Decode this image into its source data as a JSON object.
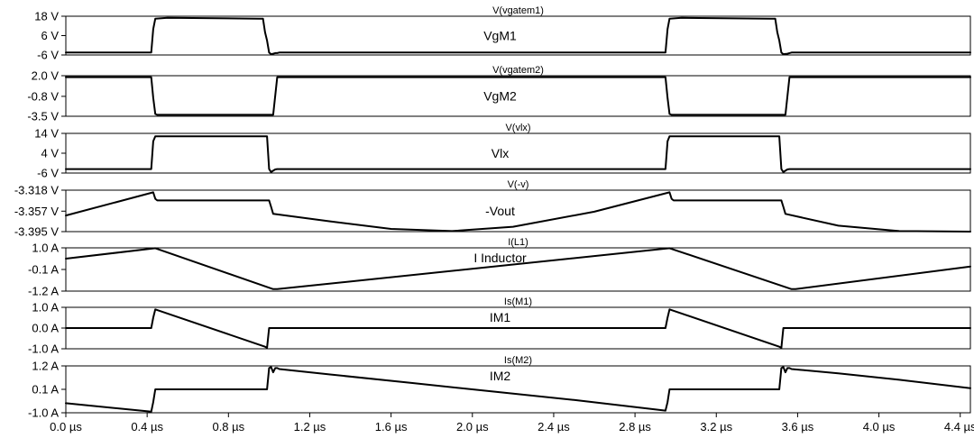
{
  "chart_data": {
    "type": "line",
    "x_unit": "µs",
    "xlim": [
      0,
      4.45
    ],
    "xticks": [
      "0.0 µs",
      "0.4 µs",
      "0.8 µs",
      "1.2 µs",
      "1.6 µs",
      "2.0 µs",
      "2.4 µs",
      "2.8 µs",
      "3.2 µs",
      "3.6 µs",
      "4.0 µs",
      "4.4 µs"
    ],
    "xtick_values": [
      0.0,
      0.4,
      0.8,
      1.2,
      1.6,
      2.0,
      2.4,
      2.8,
      3.2,
      3.6,
      4.0,
      4.4
    ],
    "grid": false,
    "panels": [
      {
        "title": "V(vgatem1)",
        "label": "VgM1",
        "ylim": [
          -6,
          18
        ],
        "yticks": [
          "18 V",
          "6 V",
          "-6 V"
        ],
        "ytick_values": [
          18,
          6,
          -6
        ],
        "x": [
          0.0,
          0.42,
          0.43,
          0.44,
          0.5,
          0.95,
          0.97,
          0.98,
          0.99,
          1.0,
          1.01,
          1.02,
          1.03,
          1.04,
          1.05,
          2.95,
          2.96,
          2.97,
          3.03,
          3.47,
          3.49,
          3.5,
          3.51,
          3.52,
          3.53,
          3.55,
          3.57,
          4.45
        ],
        "values": [
          -4.5,
          -4.5,
          10,
          16.5,
          17,
          16.5,
          16.5,
          8,
          3,
          -4.5,
          -5.5,
          -5.2,
          -4.8,
          -4.8,
          -4.5,
          -4.5,
          10,
          16.5,
          17,
          16.5,
          16.5,
          8,
          3,
          -4.5,
          -5.5,
          -5.2,
          -4.5,
          -4.5
        ]
      },
      {
        "title": "V(vgatem2)",
        "label": "VgM2",
        "ylim": [
          -3.5,
          2.0
        ],
        "yticks": [
          "2.0 V",
          "-0.8 V",
          "-3.5 V"
        ],
        "ytick_values": [
          2.0,
          -0.8,
          -3.5
        ],
        "x": [
          0.0,
          0.42,
          0.43,
          0.44,
          0.45,
          1.0,
          1.02,
          1.04,
          1.05,
          2.95,
          2.96,
          2.97,
          2.98,
          3.52,
          3.54,
          3.56,
          3.57,
          4.45
        ],
        "values": [
          1.8,
          1.8,
          -1.0,
          -3.2,
          -3.3,
          -3.3,
          -3.3,
          1.8,
          1.8,
          1.8,
          -1.0,
          -3.2,
          -3.3,
          -3.3,
          -3.3,
          1.8,
          1.8,
          1.8
        ]
      },
      {
        "title": "V(vlx)",
        "label": "Vlx",
        "ylim": [
          -6,
          14
        ],
        "yticks": [
          "14 V",
          "4 V",
          "-6 V"
        ],
        "ytick_values": [
          14,
          4,
          -6
        ],
        "x": [
          0.0,
          0.42,
          0.43,
          0.44,
          0.99,
          1.0,
          1.01,
          1.02,
          1.03,
          1.04,
          2.95,
          2.96,
          2.97,
          3.51,
          3.52,
          3.53,
          3.54,
          3.55,
          3.56,
          4.45
        ],
        "values": [
          -4.0,
          -4.0,
          10,
          12.5,
          12.5,
          -4.0,
          -5.5,
          -4.8,
          -4.2,
          -4.0,
          -4.0,
          10,
          12.5,
          12.5,
          -4.0,
          -5.5,
          -4.8,
          -4.2,
          -4.0,
          -4.0
        ]
      },
      {
        "title": "V(-v)",
        "label": "-Vout",
        "ylim": [
          -3.395,
          -3.318
        ],
        "yticks": [
          "-3.318 V",
          "-3.357 V",
          "-3.395 V"
        ],
        "ytick_values": [
          -3.318,
          -3.357,
          -3.395
        ],
        "x": [
          0.0,
          0.43,
          0.44,
          0.45,
          1.0,
          1.01,
          1.02,
          1.3,
          1.6,
          1.9,
          2.2,
          2.6,
          2.97,
          2.98,
          2.99,
          3.52,
          3.53,
          3.54,
          3.8,
          4.1,
          4.45
        ],
        "values": [
          -3.365,
          -3.322,
          -3.334,
          -3.337,
          -3.337,
          -3.349,
          -3.362,
          -3.376,
          -3.39,
          -3.394,
          -3.386,
          -3.358,
          -3.322,
          -3.334,
          -3.337,
          -3.337,
          -3.349,
          -3.362,
          -3.384,
          -3.394,
          -3.395
        ]
      },
      {
        "title": "I(L1)",
        "label": "I Inductor",
        "ylim": [
          -1.2,
          1.0
        ],
        "yticks": [
          "1.0 A",
          "-0.1 A",
          "-1.2 A"
        ],
        "ytick_values": [
          1.0,
          -0.1,
          -1.2
        ],
        "x": [
          0.0,
          0.44,
          1.02,
          1.04,
          2.97,
          3.57,
          3.59,
          4.45
        ],
        "values": [
          0.45,
          0.98,
          -1.1,
          -1.1,
          0.98,
          -1.1,
          -1.1,
          0.05
        ]
      },
      {
        "title": "Is(M1)",
        "label": "IM1",
        "ylim": [
          -1.0,
          1.0
        ],
        "yticks": [
          "1.0 A",
          "0.0 A",
          "-1.0 A"
        ],
        "ytick_values": [
          1.0,
          0.0,
          -1.0
        ],
        "x": [
          0.0,
          0.42,
          0.43,
          0.44,
          0.98,
          0.99,
          1.0,
          1.01,
          4.45
        ],
        "values": [
          0.0,
          0.0,
          0.5,
          0.9,
          -0.9,
          -0.95,
          0.0,
          0.0,
          0.0
        ],
        "x2": [
          2.95,
          2.96,
          2.97,
          3.51,
          3.52,
          3.53
        ],
        "values2": [
          0.0,
          0.5,
          0.9,
          -0.9,
          -0.95,
          0.0
        ]
      },
      {
        "title": "Is(M2)",
        "label": "IM2",
        "ylim": [
          -1.0,
          1.2
        ],
        "yticks": [
          "1.2 A",
          "0.1 A",
          "-1.0 A"
        ],
        "ytick_values": [
          1.2,
          0.1,
          -1.0
        ],
        "x": [
          0.0,
          0.42,
          0.43,
          0.44,
          0.99,
          1.0,
          1.01,
          1.02,
          1.03,
          1.04,
          1.05,
          1.3,
          1.7,
          2.1,
          2.5,
          2.95,
          2.96,
          2.97,
          2.98,
          3.51,
          3.52,
          3.53,
          3.54,
          3.55,
          3.56,
          3.57,
          3.8,
          4.1,
          4.45
        ],
        "values": [
          -0.55,
          -0.95,
          -0.5,
          0.1,
          0.1,
          1.1,
          1.15,
          0.9,
          1.1,
          1.1,
          1.05,
          0.8,
          0.4,
          0.0,
          -0.4,
          -0.9,
          -0.5,
          0.1,
          0.1,
          0.1,
          1.1,
          1.15,
          0.9,
          1.1,
          1.1,
          1.05,
          0.85,
          0.55,
          0.15
        ]
      }
    ]
  }
}
